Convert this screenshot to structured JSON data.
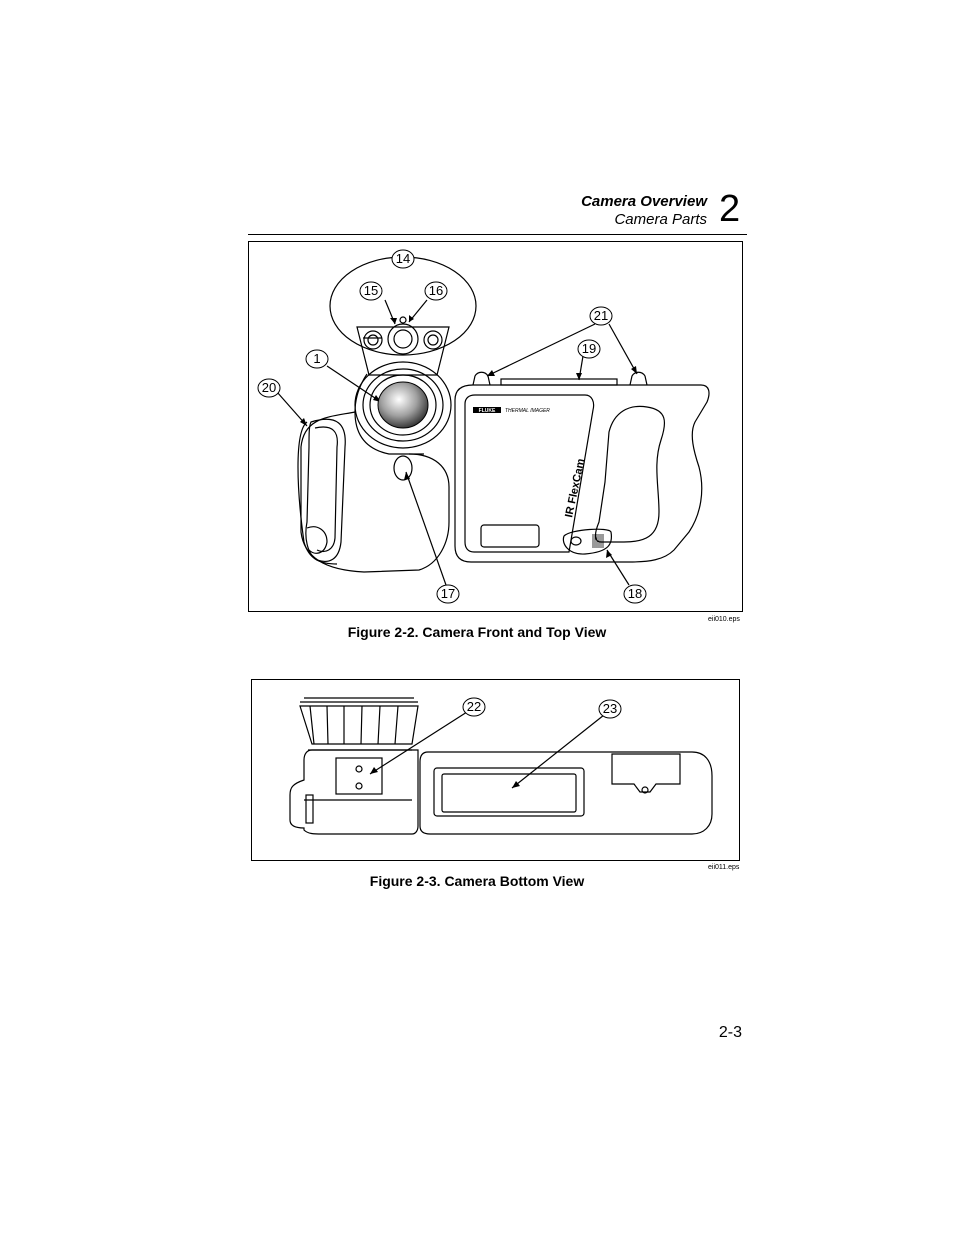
{
  "header": {
    "section_title": "Camera Overview",
    "subsection_title": "Camera Parts",
    "chapter_number": "2"
  },
  "figure1": {
    "caption": "Figure 2-2. Camera Front and Top View",
    "filename": "eii010.eps",
    "brand_label": "FLUKE",
    "model_label": "THERMAL IMAGER",
    "side_label": "IR FlexCam",
    "callouts": [
      "14",
      "15",
      "16",
      "1",
      "20",
      "21",
      "19",
      "17",
      "18"
    ]
  },
  "figure2": {
    "caption": "Figure 2-3. Camera Bottom View",
    "filename": "eii011.eps",
    "callouts": [
      "22",
      "23"
    ]
  },
  "footer": {
    "page_number": "2-3"
  }
}
